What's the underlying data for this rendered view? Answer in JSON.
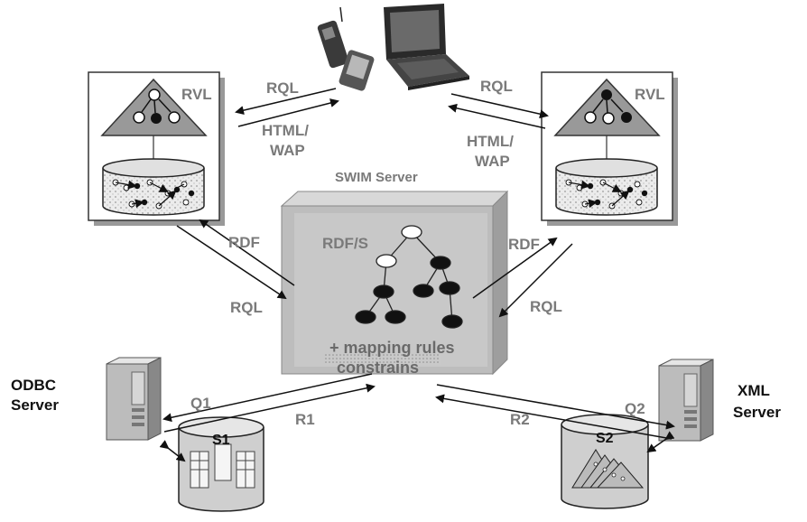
{
  "server": {
    "title": "SWIM Server",
    "schema_label": "RDF/S",
    "mapping_line1": "+ mapping rules",
    "mapping_line2": "constrains"
  },
  "left_view": {
    "label": "RVL"
  },
  "right_view": {
    "label": "RVL"
  },
  "client_links": {
    "left_query": "RQL",
    "left_response_line1": "HTML/",
    "left_response_line2": "WAP",
    "right_query": "RQL",
    "right_response_line1": "HTML/",
    "right_response_line2": "WAP"
  },
  "server_links": {
    "left_rdf": "RDF",
    "left_rql": "RQL",
    "right_rdf": "RDF",
    "right_rql": "RQL"
  },
  "odbc": {
    "name_line1": "ODBC",
    "name_line2": "Server",
    "query": "Q1",
    "result": "R1",
    "source": "S1"
  },
  "xml": {
    "name_line1": "XML",
    "name_line2": "Server",
    "query": "Q2",
    "result": "R2",
    "source": "S2"
  }
}
